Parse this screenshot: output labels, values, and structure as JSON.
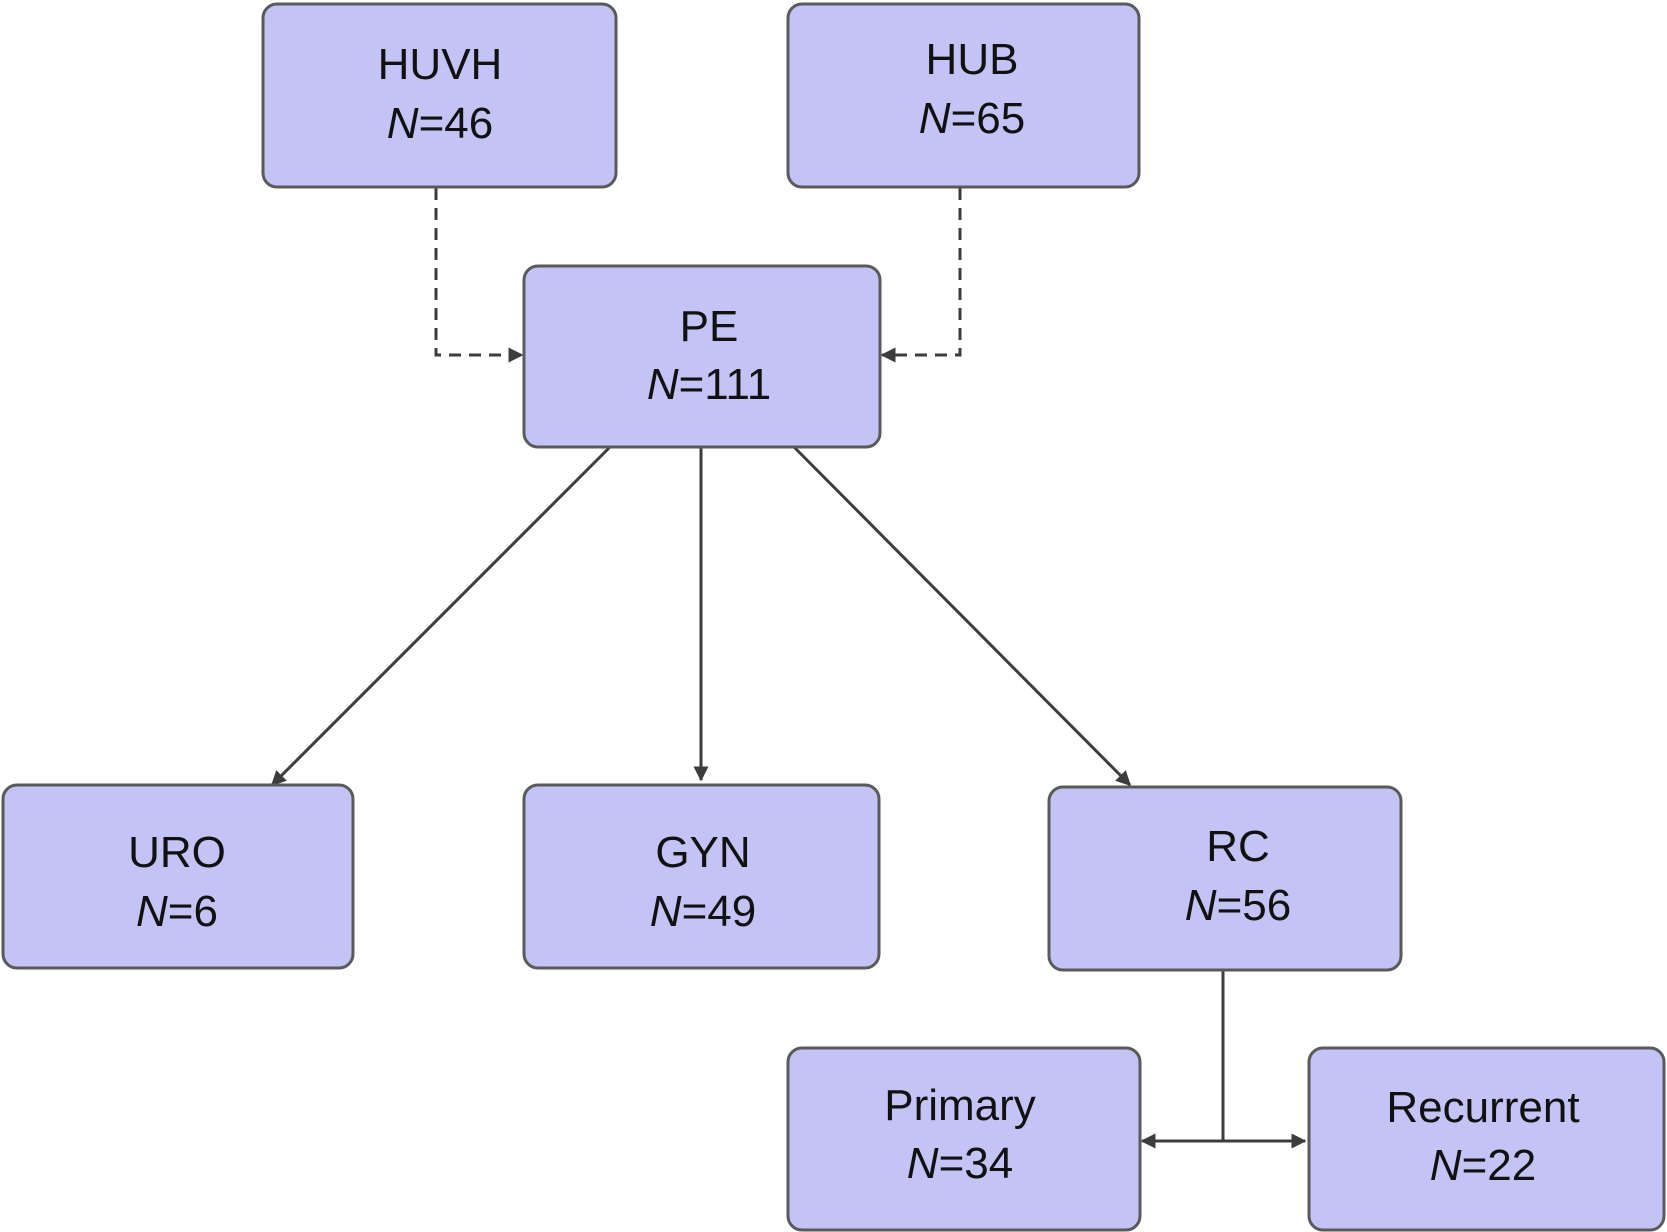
{
  "diagram": {
    "nodes": {
      "huvh": {
        "name": "HUVH",
        "var": "N",
        "eq": "=46"
      },
      "hub": {
        "name": "HUB",
        "var": "N",
        "eq": "=65"
      },
      "pe": {
        "name": "PE",
        "var": "N",
        "eq": "=111"
      },
      "uro": {
        "name": "URO",
        "var": "N",
        "eq": "=6"
      },
      "gyn": {
        "name": "GYN",
        "var": "N",
        "eq": "=49"
      },
      "rc": {
        "name": "RC",
        "var": "N",
        "eq": "=56"
      },
      "primary": {
        "name": "Primary",
        "var": "N",
        "eq": "=34"
      },
      "recurrent": {
        "name": "Recurrent",
        "var": "N",
        "eq": "=22"
      }
    },
    "colors": {
      "box_fill": "#c4c3f5",
      "box_stroke": "#5a5a5a",
      "line": "#3d3d3d"
    }
  }
}
